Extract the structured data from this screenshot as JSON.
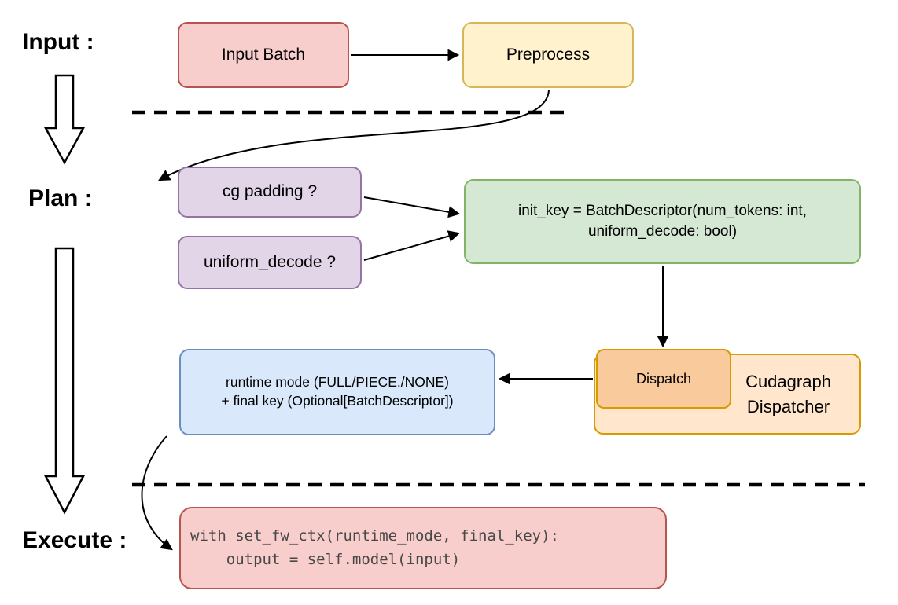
{
  "stage_labels": {
    "input": "Input :",
    "plan": "Plan :",
    "execute": "Execute :"
  },
  "nodes": {
    "input_batch": {
      "label": "Input Batch"
    },
    "preprocess": {
      "label": "Preprocess"
    },
    "cg_padding": {
      "label": "cg padding ?"
    },
    "uniform_decode": {
      "label": "uniform_decode ?"
    },
    "init_key": {
      "line1": "init_key = BatchDescriptor(num_tokens: int,",
      "line2": "uniform_decode: bool)"
    },
    "dispatch": {
      "label": "Dispatch"
    },
    "cudagraph_dispatcher": {
      "label": "Cudagraph Dispatcher"
    },
    "runtime_mode": {
      "line1": "runtime mode (FULL/PIECE./NONE)",
      "line2": "+ final key (Optional[BatchDescriptor])"
    },
    "execute_code": {
      "line1": "with set_fw_ctx(runtime_mode, final_key):",
      "line2": "    output = self.model(input)"
    }
  },
  "colors": {
    "pink_fill": "#f8cecc",
    "pink_stroke": "#b85450",
    "yellow_fill": "#fff2cc",
    "yellow_stroke": "#d6b656",
    "purple_fill": "#e1d5e7",
    "purple_stroke": "#9673a6",
    "green_fill": "#d5e8d4",
    "green_stroke": "#82b366",
    "blue_fill": "#dae8fc",
    "blue_stroke": "#6c8ebf",
    "orange_light_fill": "#ffe6cc",
    "orange_dark_fill": "#f9cb9c",
    "orange_stroke": "#d79b00",
    "line_color": "#000000"
  }
}
